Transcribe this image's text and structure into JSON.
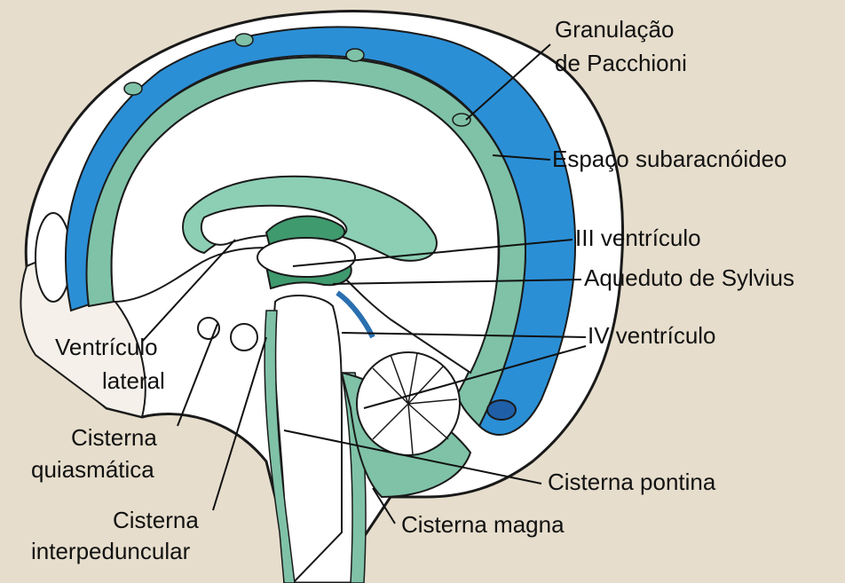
{
  "diagram": {
    "colors": {
      "background": "#e6ddcc",
      "csf_blue": "#2b8fd6",
      "brain_green": "#7fc2a8",
      "outline": "#1a1a1a"
    },
    "labels": {
      "granulacao_line1": "Granulação",
      "granulacao_line2": "de Pacchioni",
      "espaco": "Espaço subaracnóideo",
      "iii_ventriculo": "III ventrículo",
      "aqueduto": "Aqueduto de Sylvius",
      "iv_ventriculo": "IV ventrículo",
      "ventriculo_lateral_line1": "Ventrículo",
      "ventriculo_lateral_line2": "lateral",
      "cisterna_quiasmatica_line1": "Cisterna",
      "cisterna_quiasmatica_line2": "quiasmática",
      "cisterna_interpeduncular_line1": "Cisterna",
      "cisterna_interpeduncular_line2": "interpeduncular",
      "cisterna_pontina": "Cisterna pontina",
      "cisterna_magna": "Cisterna magna"
    }
  }
}
